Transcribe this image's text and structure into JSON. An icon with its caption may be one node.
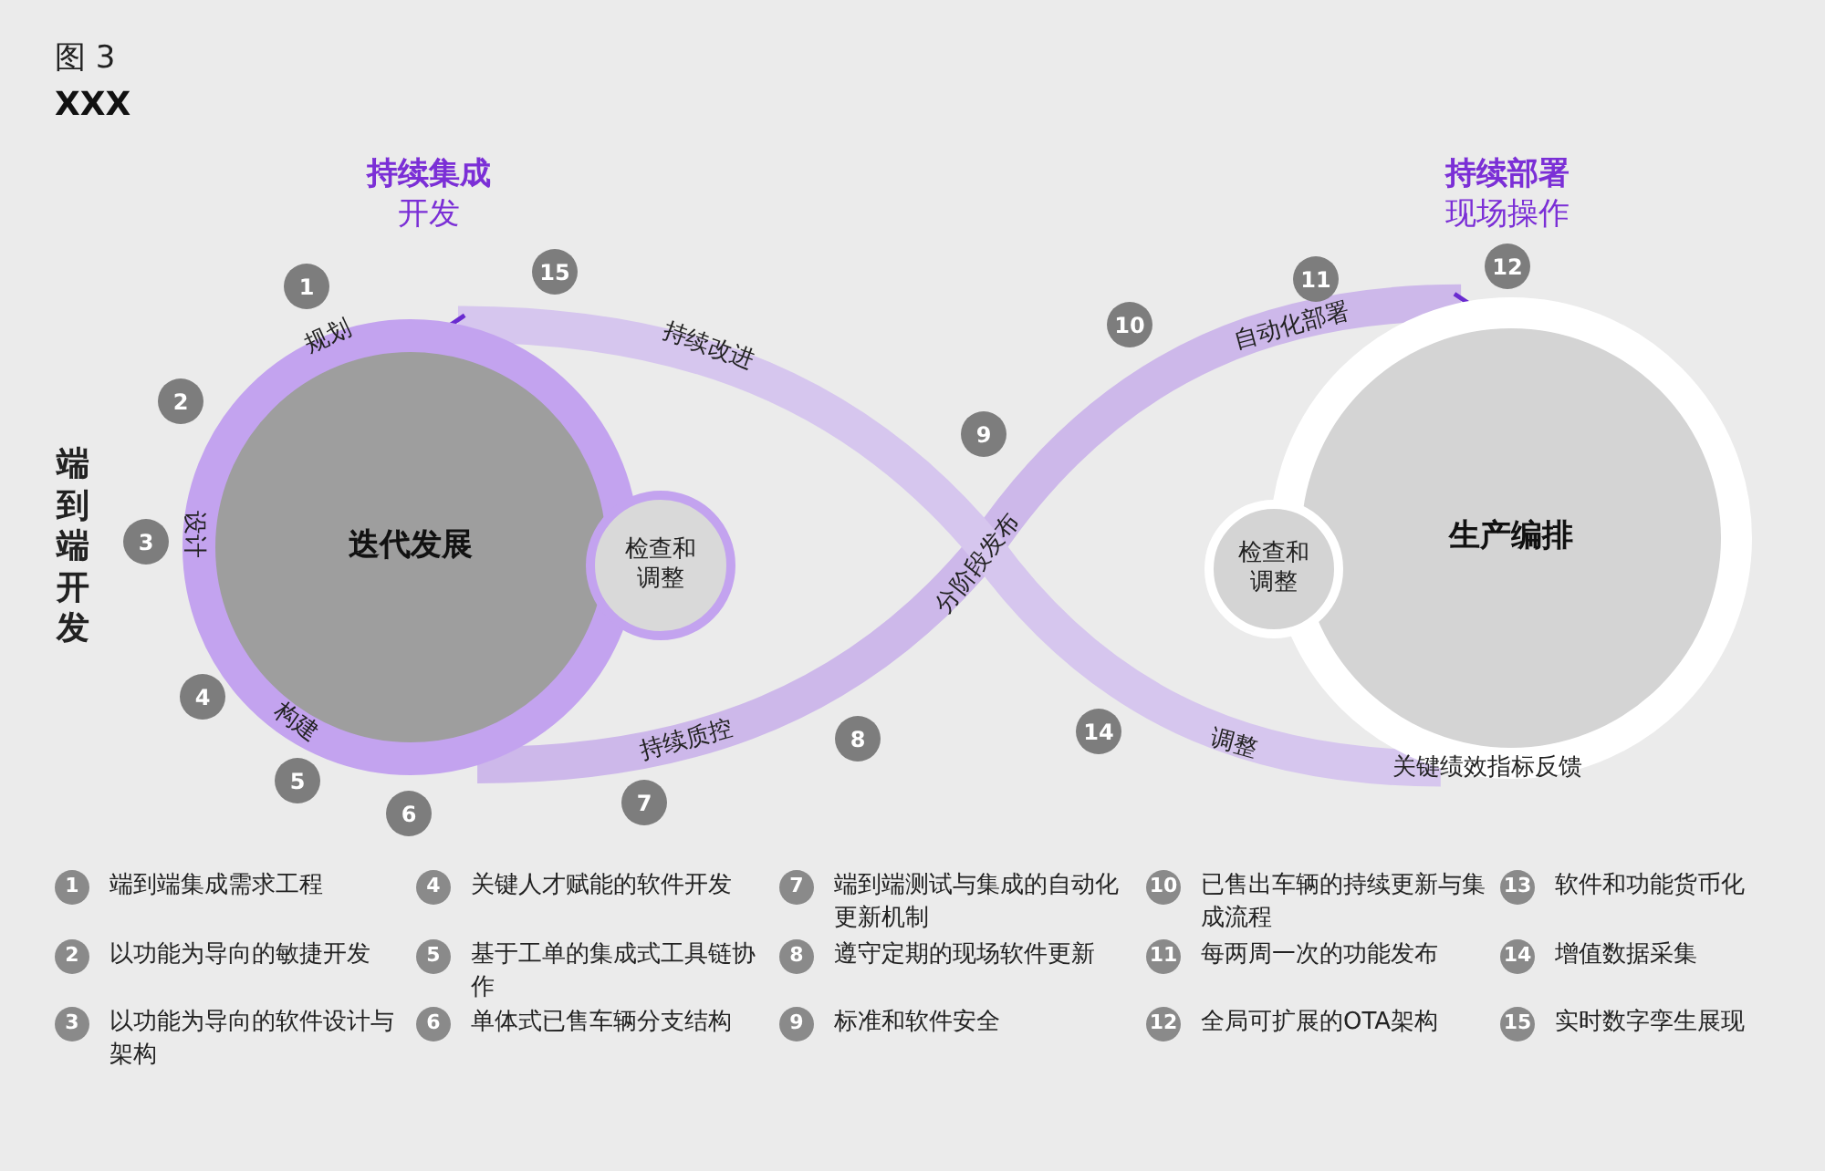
{
  "diagram": {
    "title": "图 3",
    "nodes": [
      {
        "text": [
          "迭代发展"
        ]
      },
      {
        "text": [
          "检查和调整"
        ]
      },
      {
        "text": [
          "生产编排"
        ]
      },
      {
        "text": [
          "检查和调整"
        ]
      }
    ],
    "edges": [
      {
        "from": 0,
        "to": 2,
        "arrow": "to"
      },
      {
        "from": 2,
        "to": 0,
        "arrow": "to"
      }
    ],
    "labels": [
      "XXX",
      "持续集成",
      "开发",
      "持续部署",
      "现场操作",
      "端到端开发",
      "1",
      "15",
      "2",
      "3",
      "4",
      "5",
      "6",
      "7",
      "8",
      "9",
      "10",
      "11",
      "12",
      "14",
      "规划",
      "持续改进",
      "设计",
      "构建",
      "持续质控",
      "分阶段发布",
      "自动化部署",
      "调整",
      "关键绩效指标反馈",
      "1",
      "端到端集成需求工程",
      "4",
      "关键人才赋能的软件开发",
      "7",
      "端到端测试与集成的自动化更新机制",
      "10",
      "已售出车辆的持续更新与集成流程",
      "13",
      "软件和功能货币化",
      "2",
      "以功能为导向的敏捷开发",
      "5",
      "基于工单的集成式工具链协作",
      "8",
      "遵守定期的现场软件更新",
      "11",
      "每两周一次的功能发布",
      "14",
      "增值数据采集",
      "3",
      "以功能为导向的软件设计与架构",
      "6",
      "单体式已售车辆分支结构",
      "9",
      "标准和软件安全",
      "12",
      "全局可扩展的OTA架构",
      "15",
      "实时数字孪生展现"
    ]
  }
}
